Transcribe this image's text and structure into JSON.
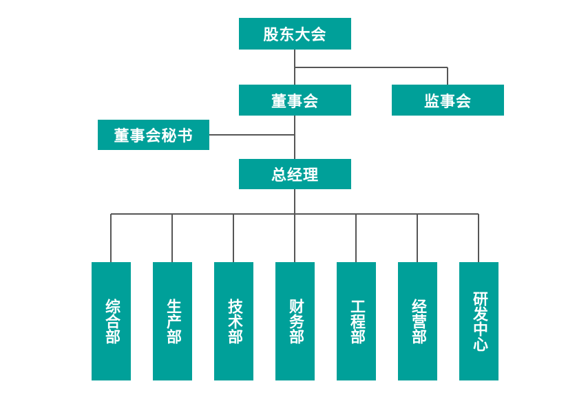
{
  "colors": {
    "node": "#00A099",
    "line": "#555555"
  },
  "org": {
    "shareholders": "股东大会",
    "board": "董事会",
    "supervisors": "监事会",
    "secretary": "董事会秘书",
    "gm": "总经理",
    "departments": [
      "综合部",
      "生产部",
      "技术部",
      "财务部",
      "工程部",
      "经营部",
      "研发中心"
    ]
  }
}
